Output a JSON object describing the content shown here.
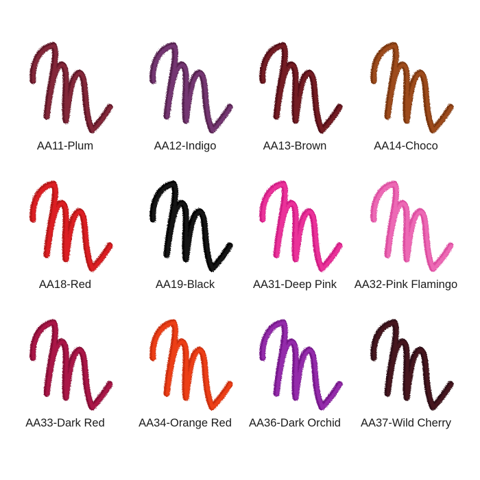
{
  "swatches": [
    {
      "label": "AA11-Plum",
      "color": "#8a2a3c",
      "dark": "#5e1526"
    },
    {
      "label": "AA12-Indigo",
      "color": "#7a3a78",
      "dark": "#55224f"
    },
    {
      "label": "AA13-Brown",
      "color": "#7a1e24",
      "dark": "#531116"
    },
    {
      "label": "AA14-Choco",
      "color": "#a3501e",
      "dark": "#7a3510"
    },
    {
      "label": "AA18-Red",
      "color": "#e31e24",
      "dark": "#b51218"
    },
    {
      "label": "AA19-Black",
      "color": "#151515",
      "dark": "#000000"
    },
    {
      "label": "AA31-Deep Pink",
      "color": "#f0359e",
      "dark": "#d01f84"
    },
    {
      "label": "AA32-Pink Flamingo",
      "color": "#f06fb8",
      "dark": "#dc4ea0"
    },
    {
      "label": "AA33-Dark Red",
      "color": "#b0174a",
      "dark": "#860c35"
    },
    {
      "label": "AA34-Orange Red",
      "color": "#f2431a",
      "dark": "#cc2e0c"
    },
    {
      "label": "AA36-Dark Orchid",
      "color": "#9a2fb0",
      "dark": "#74188a"
    },
    {
      "label": "AA37-Wild Cherry",
      "color": "#4a1820",
      "dark": "#2e0c12"
    }
  ]
}
